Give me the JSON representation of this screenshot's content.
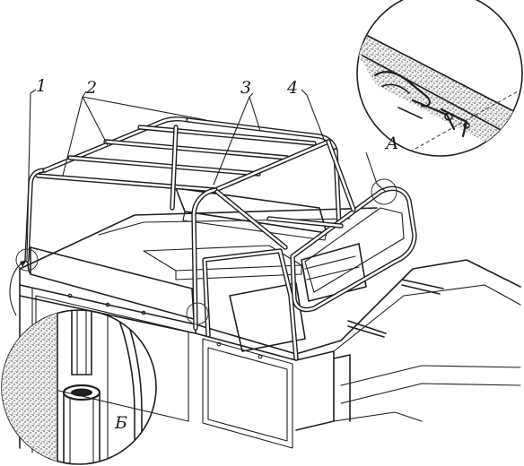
{
  "callouts": {
    "label_1": "1",
    "label_2": "2",
    "label_3": "3",
    "label_4": "4",
    "detail_a": "А",
    "detail_b": "Б"
  }
}
